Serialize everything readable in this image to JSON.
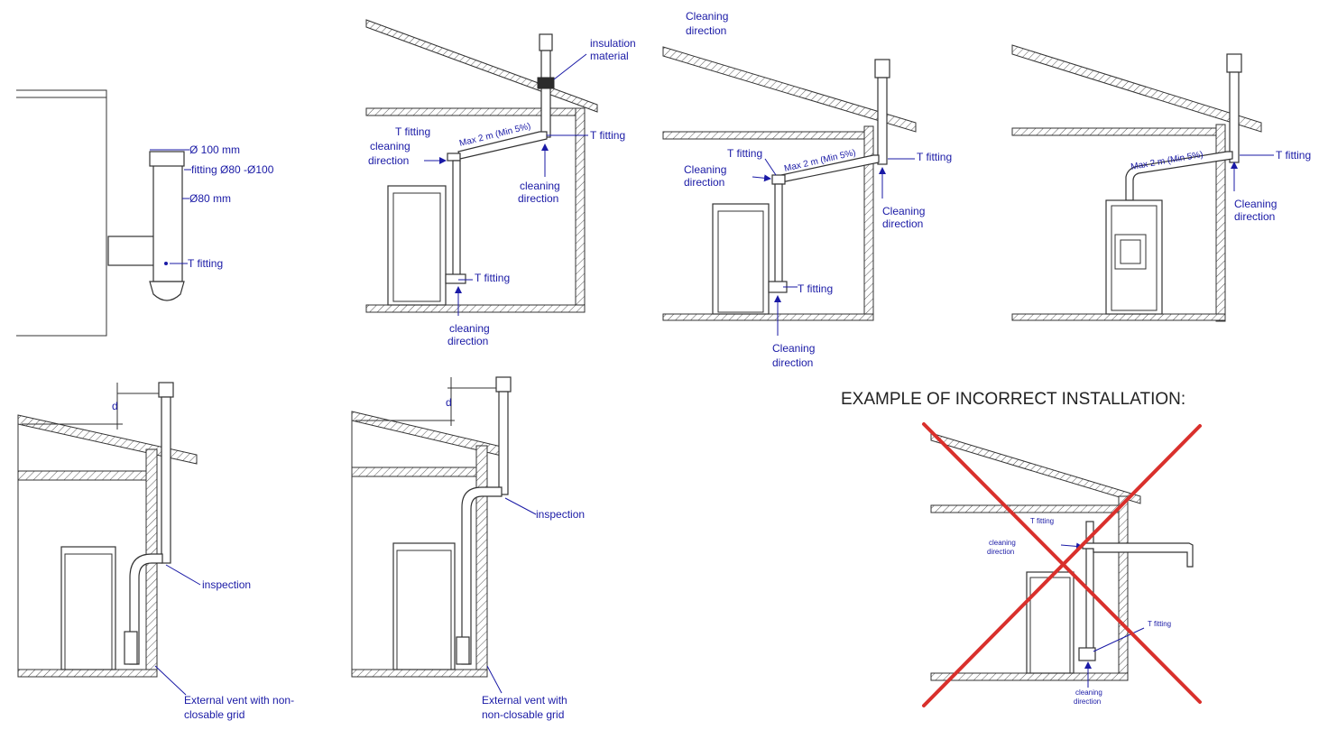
{
  "colors": {
    "label": "#1a1aa6",
    "line": "#333333",
    "cross": "#d9302c"
  },
  "panel1": {
    "dim_outer": "Ø 100 mm",
    "fitting": "fitting Ø80 -Ø100",
    "dim_inner": "Ø80 mm",
    "t_fitting": "T fitting"
  },
  "panel2": {
    "insulation_line1": "insulation",
    "insulation_line2": "material",
    "t_fitting_left": "T fitting",
    "t_fitting_right": "T fitting",
    "t_fitting_bottom": "T fitting",
    "slope": "Max 2 m (Min 5%)",
    "cleaning_left_1": "cleaning",
    "cleaning_left_2": "direction",
    "cleaning_mid_1": "cleaning",
    "cleaning_mid_2": "direction",
    "cleaning_bottom_1": "cleaning",
    "cleaning_bottom_2": "direction"
  },
  "panel3": {
    "cleaning_top_1": "Cleaning",
    "cleaning_top_2": "direction",
    "t_fitting_left": "T fitting",
    "t_fitting_right": "T fitting",
    "t_fitting_bottom": "T fitting",
    "slope": "Max 2 m (Min 5%)",
    "cleaning_left_1": "Cleaning",
    "cleaning_left_2": "direction",
    "cleaning_right_1": "Cleaning",
    "cleaning_right_2": "direction",
    "cleaning_bottom_1": "Cleaning",
    "cleaning_bottom_2": "direction"
  },
  "panel4": {
    "slope": "Max 2 m (Min 5%)",
    "t_fitting": "T fitting",
    "cleaning_1": "Cleaning",
    "cleaning_2": "direction"
  },
  "panel5": {
    "dim_d": "d",
    "inspection": "inspection",
    "vent_1": "External vent with non-",
    "vent_2": "closable grid"
  },
  "panel6": {
    "dim_d": "d",
    "inspection": "inspection",
    "vent_1": "External vent with",
    "vent_2": "non-closable grid"
  },
  "panel7": {
    "heading": "EXAMPLE OF INCORRECT  INSTALLATION:",
    "t_fitting_top": "T fitting",
    "cleaning_left_1": "cleaning",
    "cleaning_left_2": "direction",
    "t_fitting_right": "T fitting",
    "cleaning_bottom_1": "cleaning",
    "cleaning_bottom_2": "direction"
  }
}
